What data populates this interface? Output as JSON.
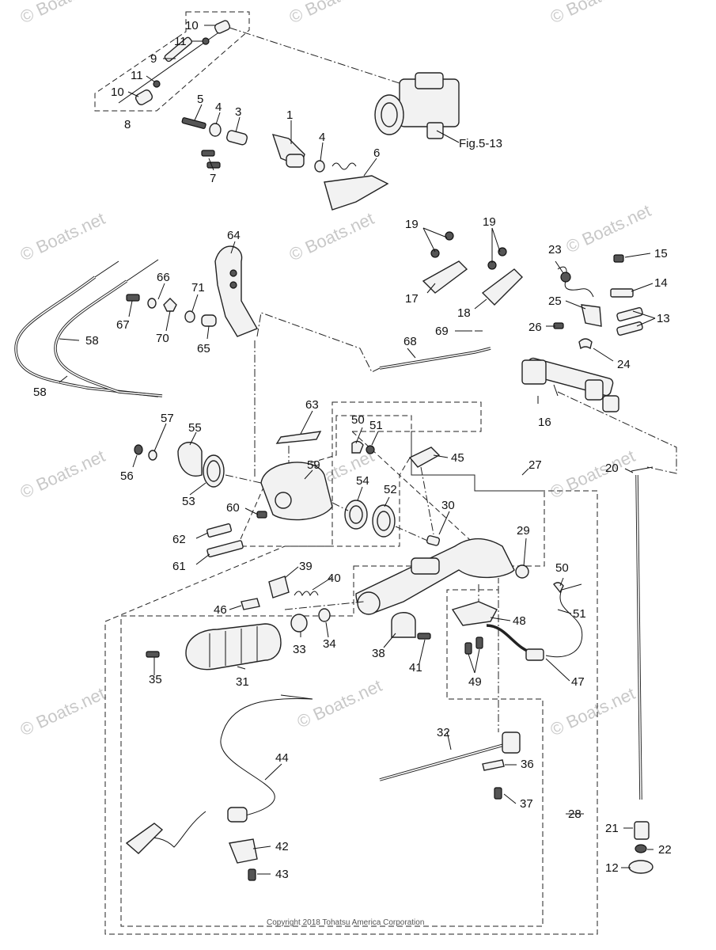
{
  "diagram": {
    "fig_ref": "Fig.5-13",
    "copyright": "Copyright 2018 Tohatsu America Corporation",
    "watermark": "© Boats.net",
    "labels": {
      "p1": "1",
      "p3": "3",
      "p4a": "4",
      "p4b": "4",
      "p5": "5",
      "p6": "6",
      "p7": "7",
      "p8": "8",
      "p9": "9",
      "p10a": "10",
      "p10b": "10",
      "p11a": "11",
      "p11b": "11",
      "p12": "12",
      "p13": "13",
      "p14": "14",
      "p15": "15",
      "p16": "16",
      "p17": "17",
      "p18": "18",
      "p19a": "19",
      "p19b": "19",
      "p20": "20",
      "p21": "21",
      "p22": "22",
      "p23": "23",
      "p24": "24",
      "p25": "25",
      "p26": "26",
      "p27": "27",
      "p28": "28",
      "p29": "29",
      "p30": "30",
      "p31": "31",
      "p32": "32",
      "p33": "33",
      "p34": "34",
      "p35": "35",
      "p36": "36",
      "p37": "37",
      "p38": "38",
      "p39": "39",
      "p40": "40",
      "p41": "41",
      "p42": "42",
      "p43": "43",
      "p44": "44",
      "p45": "45",
      "p46": "46",
      "p47": "47",
      "p48": "48",
      "p49": "49",
      "p50a": "50",
      "p50b": "50",
      "p51a": "51",
      "p51b": "51",
      "p52": "52",
      "p53": "53",
      "p54": "54",
      "p55": "55",
      "p56": "56",
      "p57": "57",
      "p58a": "58",
      "p58b": "58",
      "p59": "59",
      "p60": "60",
      "p61": "61",
      "p62": "62",
      "p63": "63",
      "p64": "64",
      "p65": "65",
      "p66": "66",
      "p67": "67",
      "p68": "68",
      "p69": "69",
      "p70": "70",
      "p71": "71"
    }
  }
}
